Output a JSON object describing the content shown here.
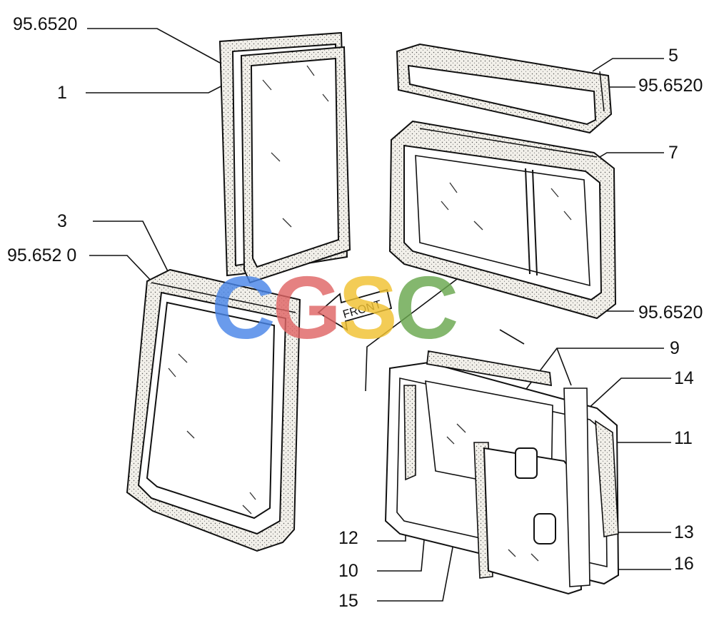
{
  "diagram": {
    "callouts": [
      {
        "id": "c-95-6520-top",
        "text": "95.6520"
      },
      {
        "id": "c-1",
        "text": "1"
      },
      {
        "id": "c-3",
        "text": "3"
      },
      {
        "id": "c-95-652-0",
        "text": "95.652 0"
      },
      {
        "id": "c-5",
        "text": "5"
      },
      {
        "id": "c-95-6520-right",
        "text": "95.6520"
      },
      {
        "id": "c-7",
        "text": "7"
      },
      {
        "id": "c-95-6520-mid",
        "text": "95.6520"
      },
      {
        "id": "c-9",
        "text": "9"
      },
      {
        "id": "c-14",
        "text": "14"
      },
      {
        "id": "c-11",
        "text": "11"
      },
      {
        "id": "c-13",
        "text": "13"
      },
      {
        "id": "c-16",
        "text": "16"
      },
      {
        "id": "c-12",
        "text": "12"
      },
      {
        "id": "c-10",
        "text": "10"
      },
      {
        "id": "c-15",
        "text": "15"
      }
    ],
    "front_arrow_text": "FRONT",
    "watermark": {
      "text": "CGSC",
      "colors": [
        "#4a86e8",
        "#e06666",
        "#f1c232",
        "#6aa84f"
      ]
    },
    "line_color": "#111111",
    "seal_color": "#e9e6df"
  }
}
